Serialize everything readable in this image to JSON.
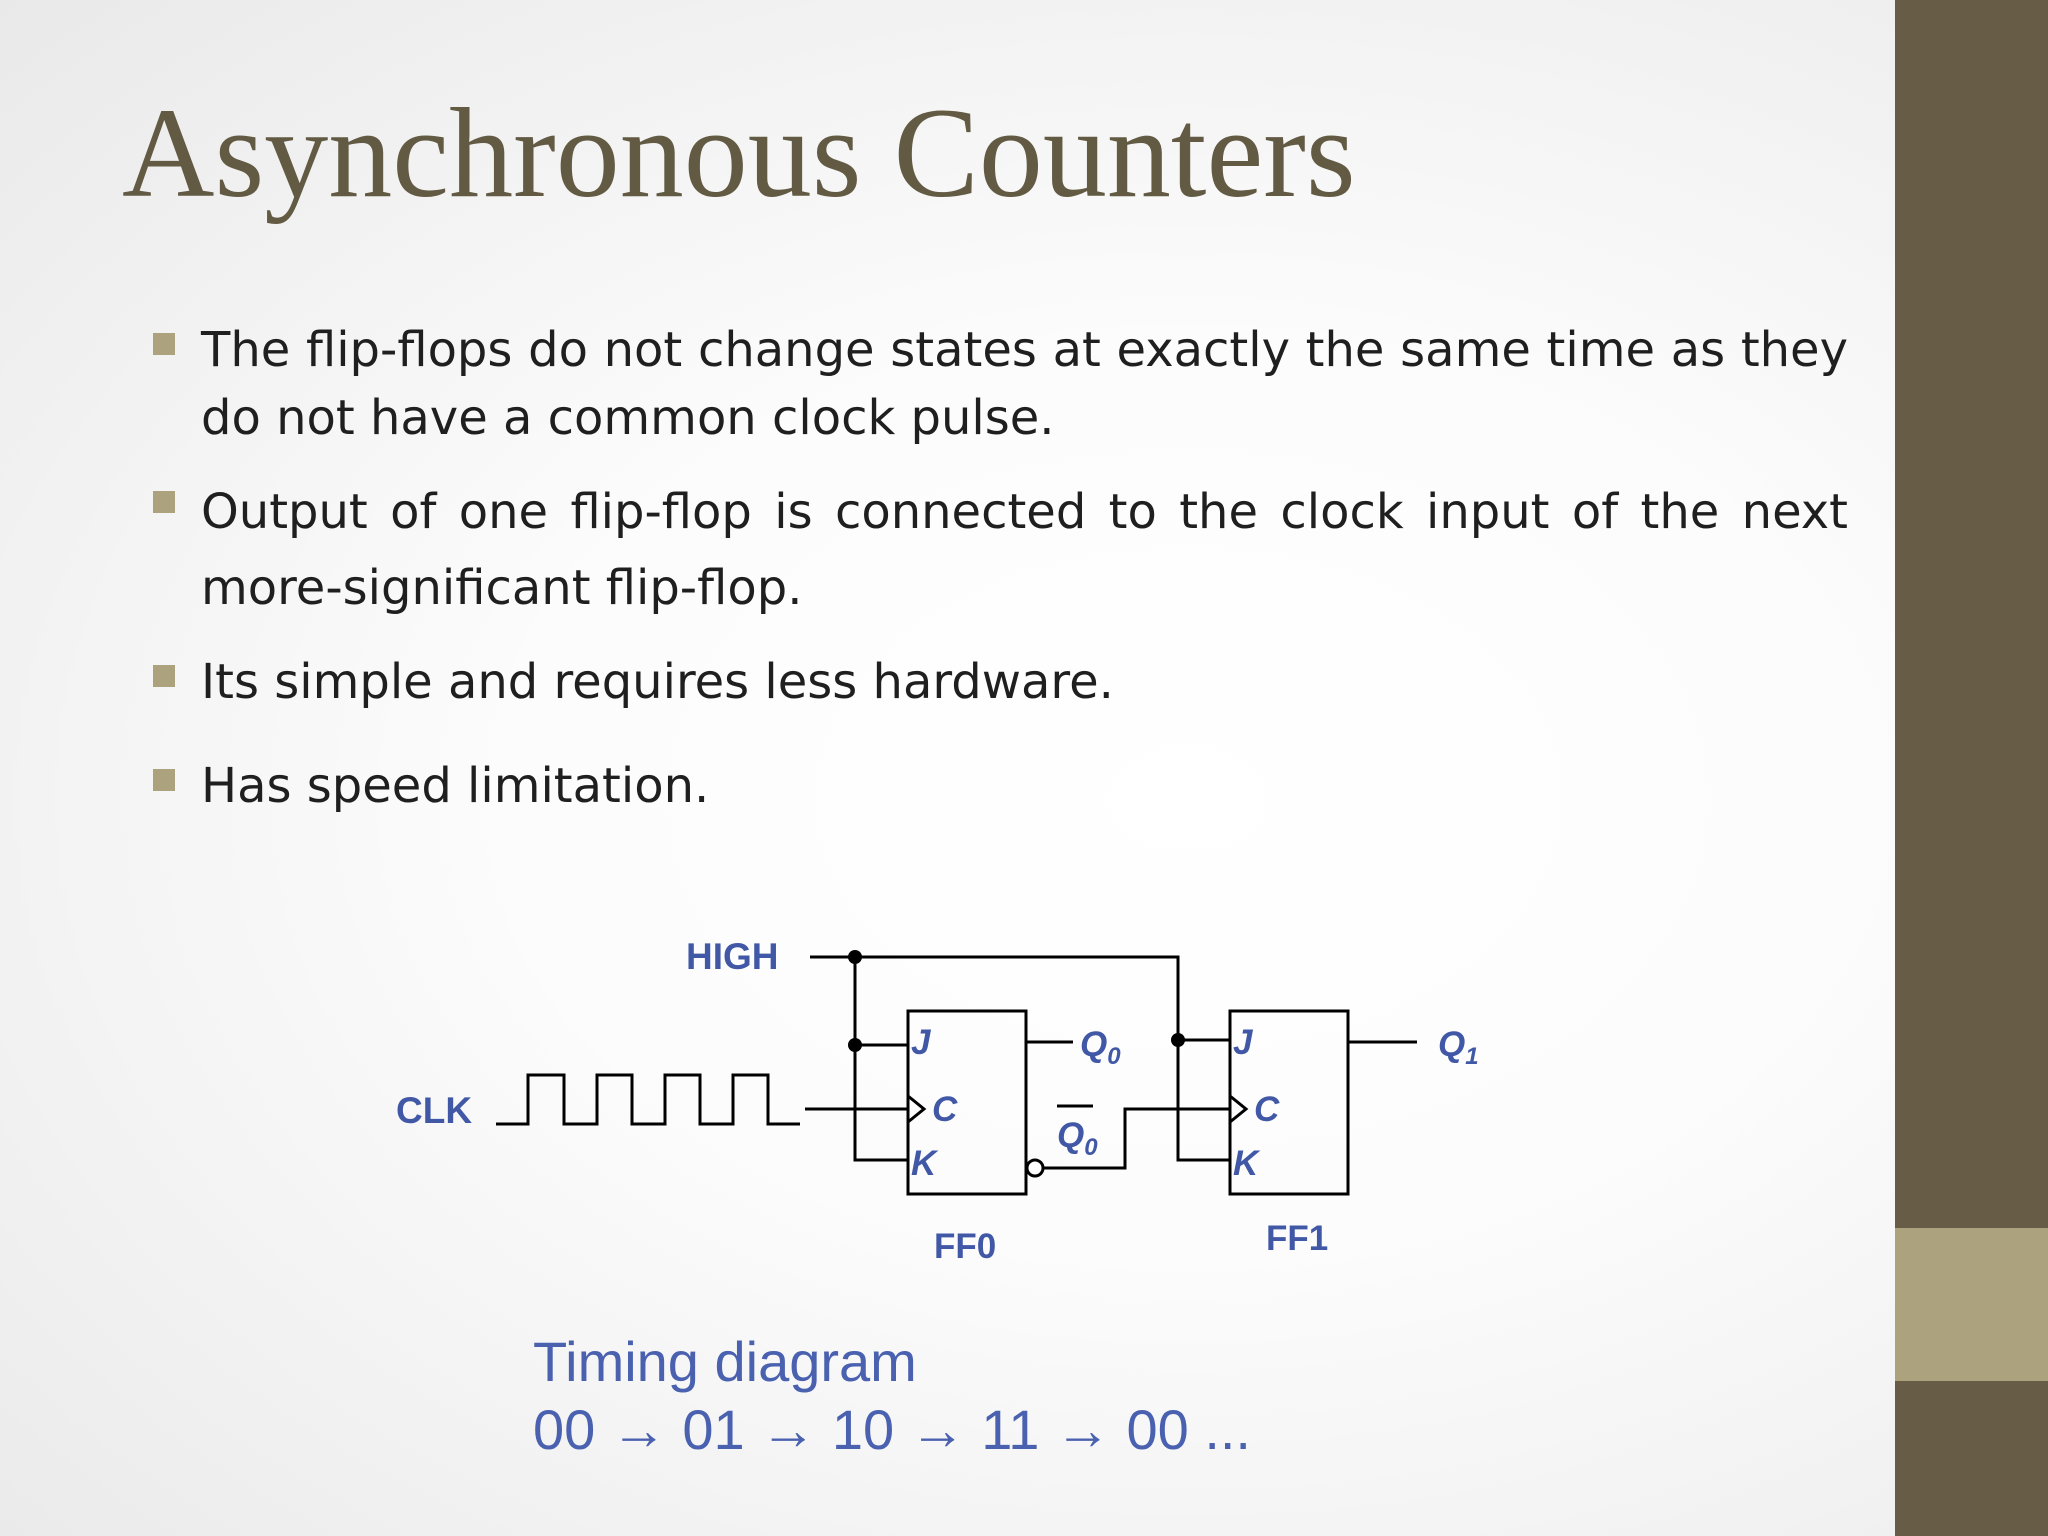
{
  "slide": {
    "title": "Asynchronous Counters",
    "bullets": [
      "The flip-flops do not change states at exactly the same time as they do not have a common clock pulse.",
      "Output of one flip-flop is connected to the clock input of the next more-significant flip-flop.",
      "Its simple and requires less hardware.",
      "Has speed limitation."
    ]
  },
  "diagram": {
    "labels": {
      "high": "HIGH",
      "clk": "CLK",
      "j": "J",
      "c": "C",
      "k": "K",
      "q": "Q",
      "sub0": "0",
      "sub1": "1",
      "ff0": "FF0",
      "ff1": "FF1"
    }
  },
  "caption": {
    "line1": "Timing diagram",
    "line2": "00 → 01 → 10 → 11 → 00 ..."
  },
  "colors": {
    "title": "#625a43",
    "sidebar": "#675d47",
    "sidebar_accent": "#aca37e",
    "bullet_marker": "#aca37e",
    "diagram_label": "#4158a6",
    "caption": "#4a61b0",
    "wire": "#000000"
  }
}
